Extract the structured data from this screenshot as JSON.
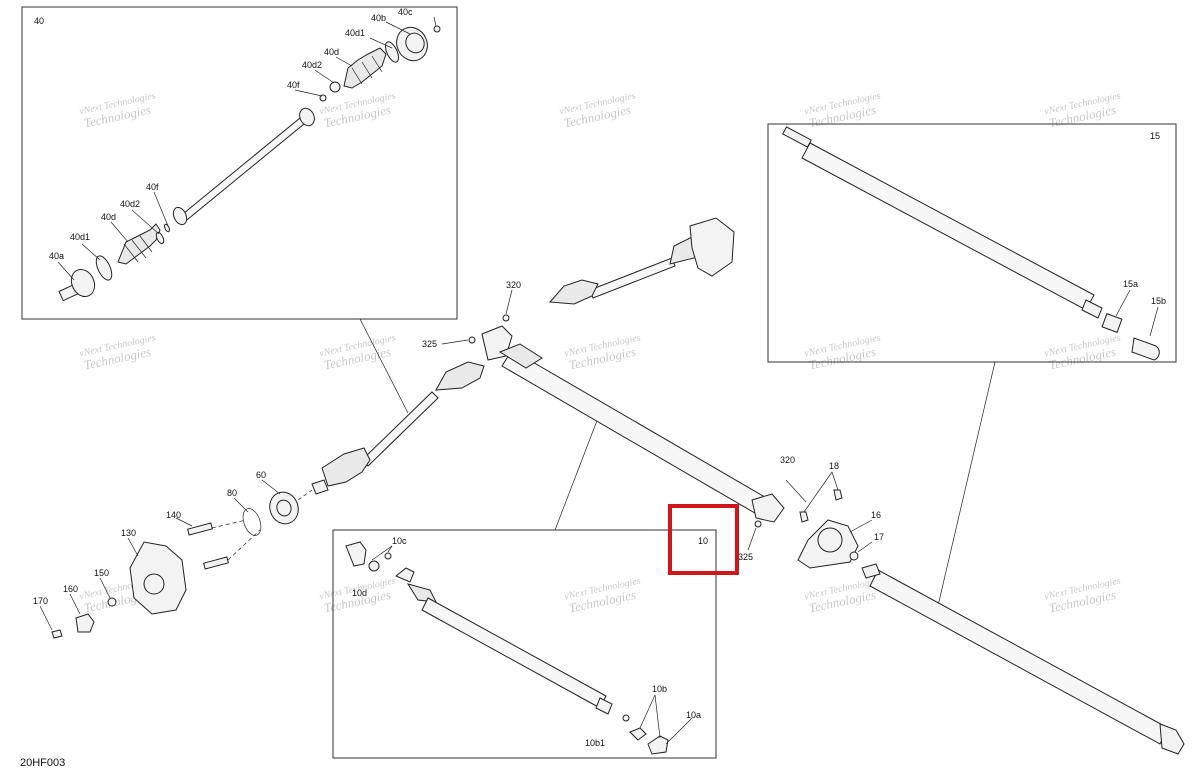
{
  "figure_code": "20HF003",
  "highlight": {
    "label": "10",
    "color": "#d0161b"
  },
  "watermark": {
    "line1": "vNext",
    "line2": "Technologies",
    "small": "vNext Technologies",
    "color": "#c9c9c9"
  },
  "insets": {
    "front_axle": {
      "id": "40",
      "labels": [
        "40c",
        "40b",
        "40d1",
        "40d",
        "40d2",
        "40f",
        "40f",
        "40d2",
        "40d",
        "40d1",
        "40a"
      ]
    },
    "rear_shaft": {
      "id": "15",
      "labels": [
        "15a",
        "15b"
      ]
    },
    "prop_shaft": {
      "id": "10",
      "labels": [
        "10c",
        "10d",
        "10b",
        "10a",
        "10b1"
      ]
    }
  },
  "main_labels": [
    "320",
    "325",
    "60",
    "80",
    "140",
    "130",
    "150",
    "160",
    "170",
    "320",
    "18",
    "16",
    "17",
    "325"
  ]
}
